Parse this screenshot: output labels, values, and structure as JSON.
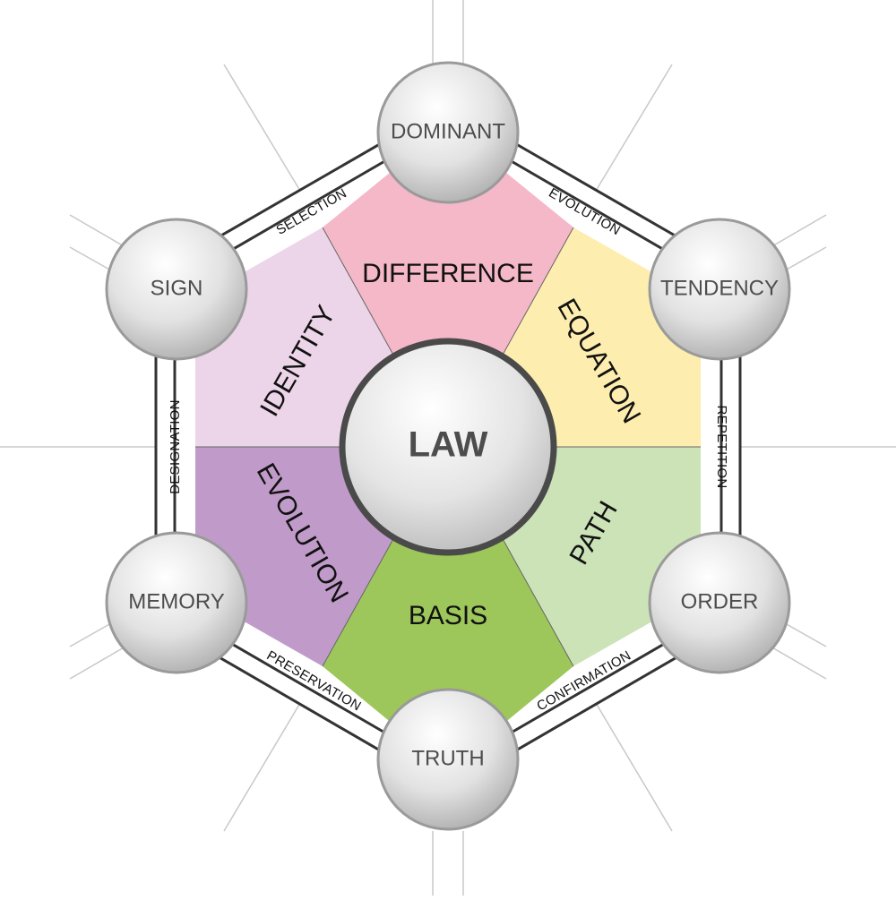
{
  "center": {
    "label": "LAW"
  },
  "nodes": [
    {
      "key": "top",
      "label": "DOMINANT"
    },
    {
      "key": "upper-right",
      "label": "TENDENCY"
    },
    {
      "key": "lower-right",
      "label": "ORDER"
    },
    {
      "key": "bottom",
      "label": "TRUTH"
    },
    {
      "key": "lower-left",
      "label": "MEMORY"
    },
    {
      "key": "upper-left",
      "label": "SIGN"
    }
  ],
  "edges": [
    {
      "from": "top",
      "to": "upper-right",
      "label": "EVOLUTION"
    },
    {
      "from": "upper-right",
      "to": "lower-right",
      "label": "REPETITION"
    },
    {
      "from": "lower-right",
      "to": "bottom",
      "label": "CONFIRMATION"
    },
    {
      "from": "bottom",
      "to": "lower-left",
      "label": "PRESERVATION"
    },
    {
      "from": "lower-left",
      "to": "upper-left",
      "label": "DESIGNATION"
    },
    {
      "from": "upper-left",
      "to": "top",
      "label": "SELECTION"
    }
  ],
  "sectors": [
    {
      "label": "DIFFERENCE",
      "color": "#f5b8c8"
    },
    {
      "label": "EQUATION",
      "color": "#fdeeb0"
    },
    {
      "label": "PATH",
      "color": "#cce3b8"
    },
    {
      "label": "BASIS",
      "color": "#9dc75a"
    },
    {
      "label": "EVOLUTION",
      "color": "#c09bca"
    },
    {
      "label": "IDENTITY",
      "color": "#ecd5e8"
    }
  ],
  "colors": {
    "hexagon_outline": "#333333",
    "ring_fill": "#ffffff",
    "node_border": "#9a9a9a",
    "center_border": "#4a4a4a",
    "rays": "#c8c8c8"
  }
}
